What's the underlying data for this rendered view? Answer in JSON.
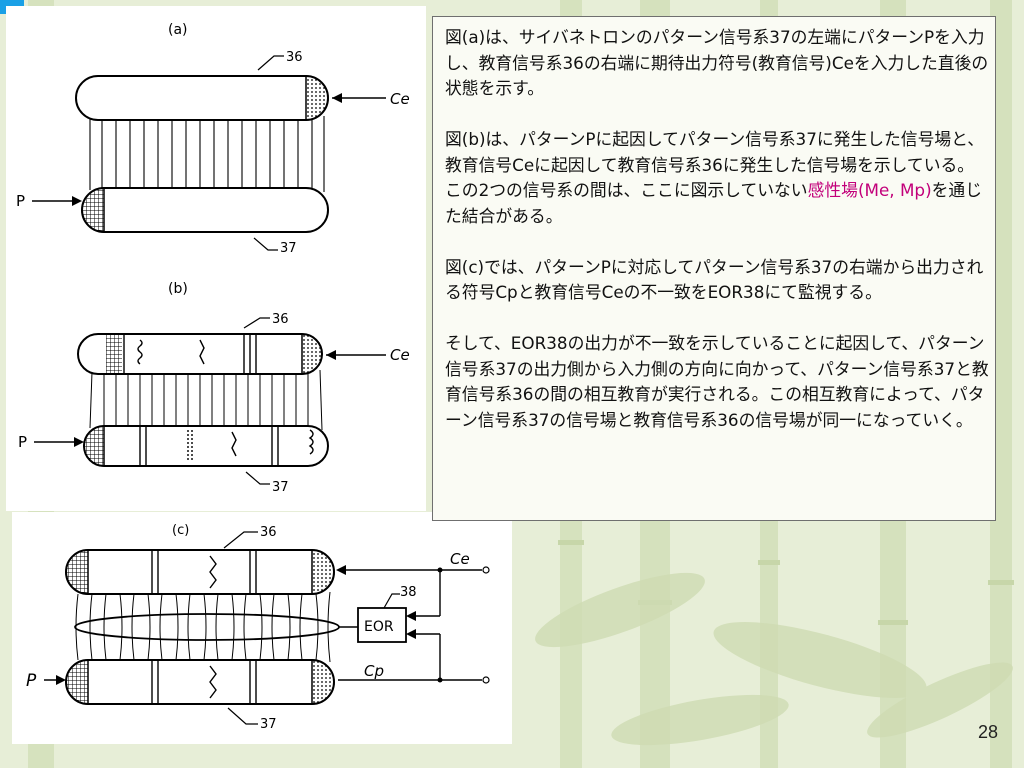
{
  "figures": {
    "a": {
      "caption": "(a)",
      "label_36": "36",
      "label_37": "37",
      "label_p": "P",
      "label_ce": "Ce"
    },
    "b": {
      "caption": "(b)",
      "label_36": "36",
      "label_37": "37",
      "label_p": "P",
      "label_ce": "Ce"
    },
    "c": {
      "caption": "(c)",
      "label_36": "36",
      "label_37": "37",
      "label_38": "38",
      "label_p": "P",
      "label_ce": "Ce",
      "label_cp": "Cp",
      "eor_label": "EOR"
    }
  },
  "paragraphs": {
    "p1": "図(a)は、サイバネトロンのパターン信号系37の左端にパターンPを入力し、教育信号系36の右端に期待出力符号(教育信号)Ceを入力した直後の状態を示す。",
    "p2_pre": "図(b)は、パターンPに起因してパターン信号系37に発生した信号場と、教育信号Ceに起因して教育信号系36に発生した信号場を示している。この2つの信号系の間は、ここに図示していない",
    "p2_highlight": "感性場(Me, Mp)",
    "p2_post": "を通じた結合がある。",
    "p3": "図(c)では、パターンPに対応してパターン信号系37の右端から出力される符号Cpと教育信号Ceの不一致をEOR38にて監視する。",
    "p4": "そして、EOR38の出力が不一致を示していることに起因して、パターン信号系37の出力側から入力側の方向に向かって、パターン信号系37と教育信号系36の間の相互教育が実行される。この相互教育によって、パターン信号系37の信号場と教育信号系36の信号場が同一になっていく。"
  },
  "page_number": "28",
  "colors": {
    "background": "#e7eed7",
    "highlight": "#c2007a",
    "corner_accent": "#1aa0e6"
  }
}
